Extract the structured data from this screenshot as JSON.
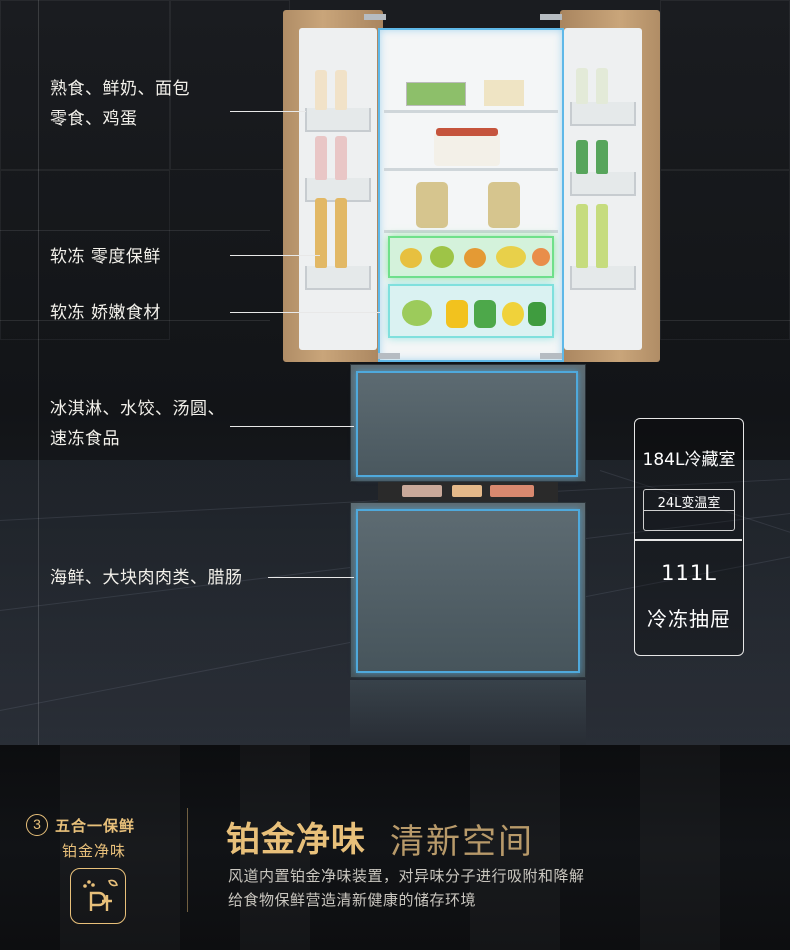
{
  "labels": {
    "cooked_milk_bread": "熟食、鲜奶、面包",
    "snacks_eggs": "零食、鸡蛋",
    "soft_freeze_fresh": "软冻 零度保鲜",
    "soft_freeze_tender": "软冻  娇嫩食材",
    "icecream_line1": "冰淇淋、水饺、汤圆、",
    "icecream_line2": "速冻食品",
    "seafood": "海鲜、大块肉肉类、腊肠"
  },
  "capacity": {
    "fridge": "184L冷藏室",
    "variable": "24L变温室",
    "freezer_volume": "111L",
    "freezer_label": "冷冻抽屉"
  },
  "feature": {
    "number": "3",
    "title": "五合一保鲜",
    "subtitle": "铂金净味",
    "icon": "pt-icon",
    "headline_main": "铂金净味",
    "headline_soft": "清新空间",
    "desc_line1": "风道内置铂金净味装置，对异味分子进行吸附和降解",
    "desc_line2": "给食物保鲜营造清新健康的储存环境"
  },
  "colors": {
    "gold": "#e8c07a",
    "glow_blue": "#4fa9dc",
    "glow_green": "#6fe08a",
    "glow_cyan": "#7fe0dd",
    "door_champagne": "#c9a57a"
  }
}
